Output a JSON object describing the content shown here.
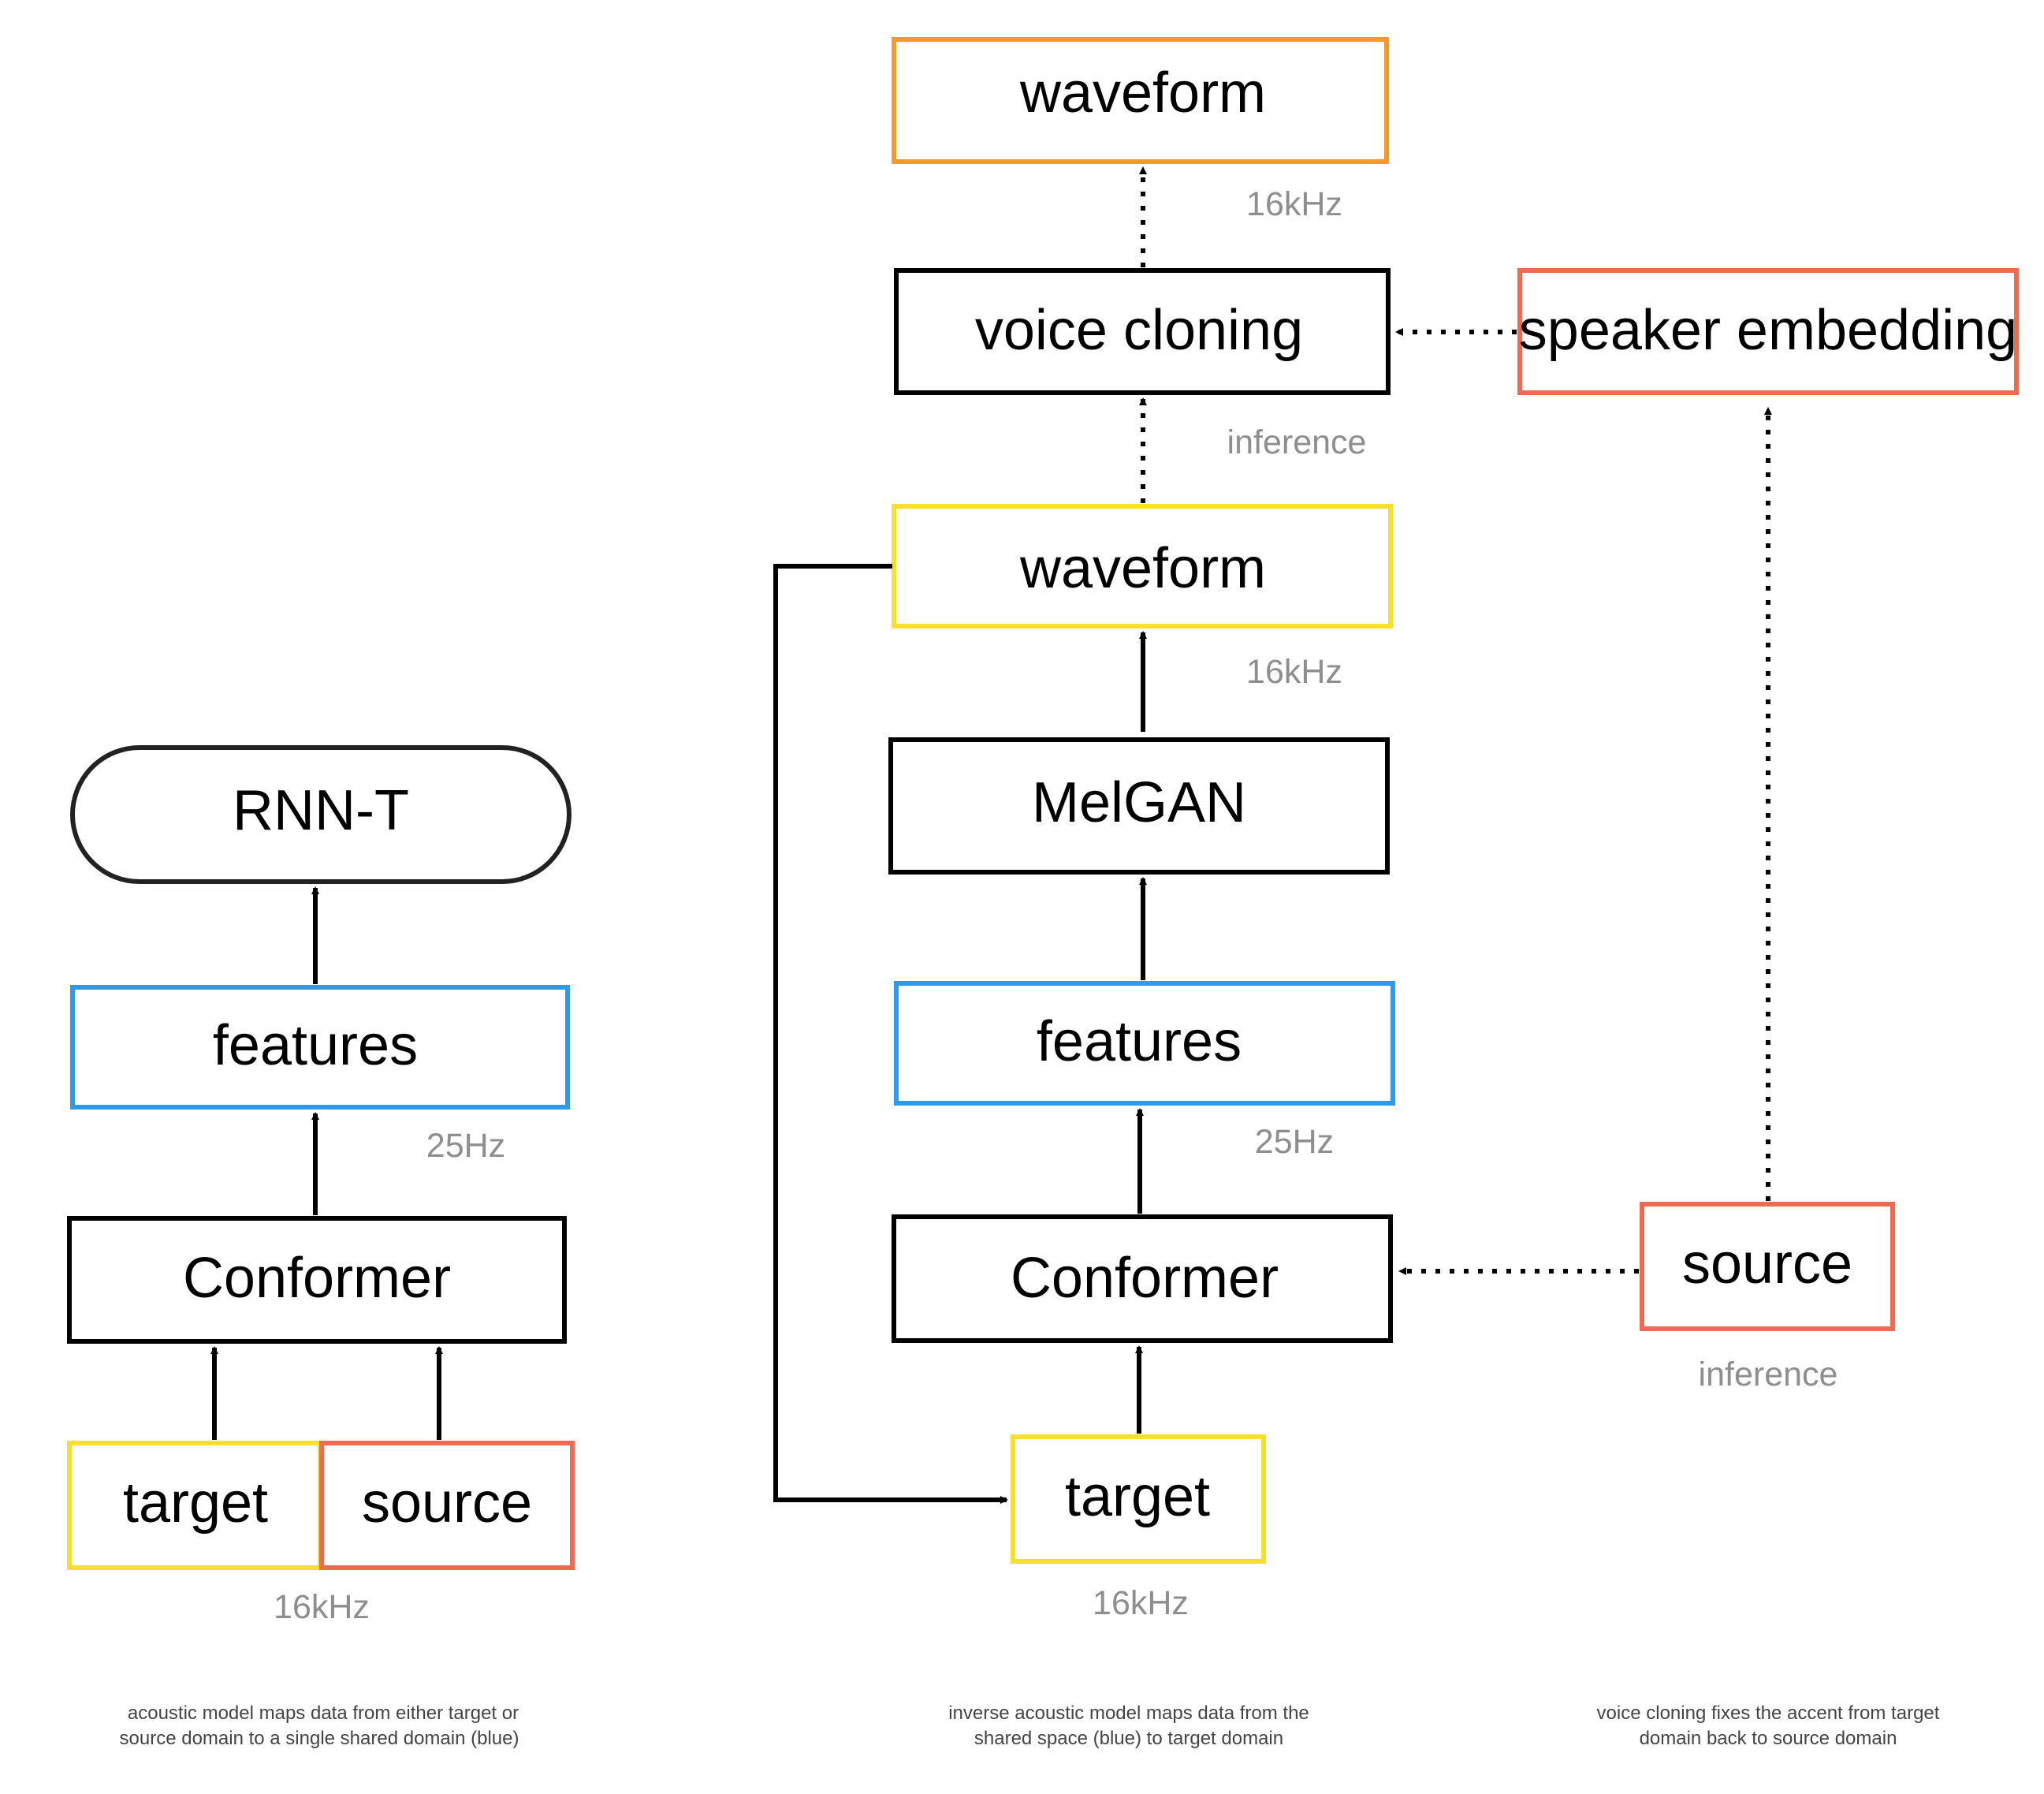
{
  "colors": {
    "black": "#000000",
    "blue": "#2f9be8",
    "yellow": "#f6df2e",
    "red": "#ee6a50",
    "orange": "#f39b2a",
    "gray_text": "#8e8e8e"
  },
  "left": {
    "rnnt": "RNN-T",
    "features": "features",
    "rate_features": "25Hz",
    "conformer": "Conformer",
    "target": "target",
    "source": "source",
    "rate_input": "16kHz",
    "caption": [
      "acoustic model maps data from either target or",
      "source domain to a single shared domain (blue)"
    ]
  },
  "middle": {
    "waveform_top": "waveform",
    "rate_top": "16kHz",
    "voice_cloning": "voice cloning",
    "inference_label": "inference",
    "waveform_mid": "waveform",
    "rate_mid": "16kHz",
    "melgan": "MelGAN",
    "features": "features",
    "rate_features": "25Hz",
    "conformer": "Conformer",
    "target": "target",
    "rate_input": "16kHz",
    "caption": [
      "inverse acoustic model maps data from the",
      "shared space (blue) to target domain"
    ]
  },
  "right": {
    "speaker_embedding": "speaker embedding",
    "source": "source",
    "inference_label": "inference",
    "caption": [
      "voice cloning fixes the accent from target",
      "domain back to source domain"
    ]
  }
}
